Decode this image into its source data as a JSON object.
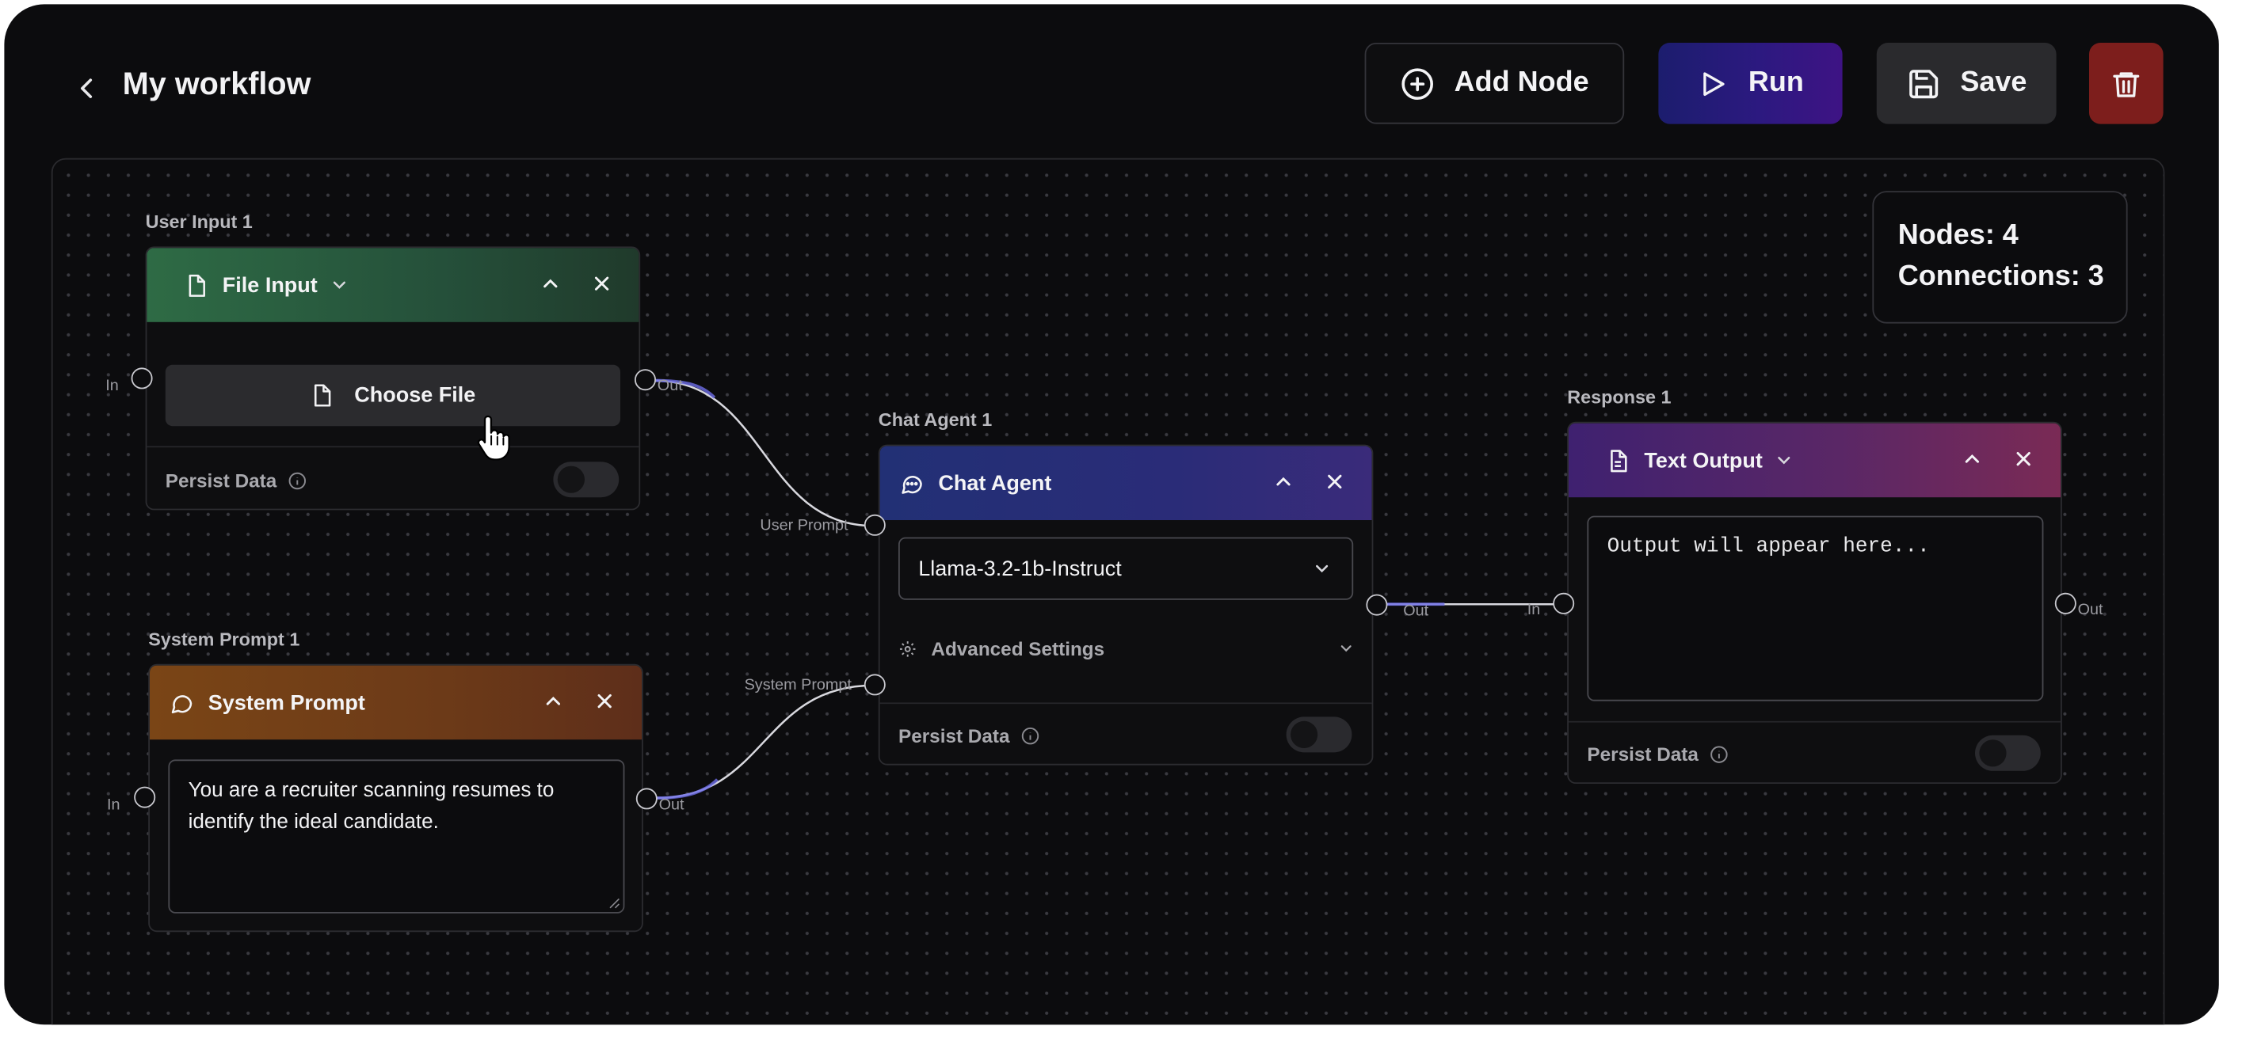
{
  "header": {
    "title": "My workflow",
    "add_node_label": "Add Node",
    "run_label": "Run",
    "save_label": "Save"
  },
  "stats": {
    "nodes": "Nodes: 4",
    "connections": "Connections: 3"
  },
  "nodes": {
    "user_input": {
      "label": "User Input 1",
      "title": "File Input",
      "choose_file": "Choose File",
      "persist": "Persist Data",
      "in": "In",
      "out": "Out"
    },
    "system_prompt": {
      "label": "System Prompt 1",
      "title": "System Prompt",
      "text": "You are a recruiter scanning resumes to identify the ideal candidate.",
      "in": "In",
      "out": "Out"
    },
    "chat_agent": {
      "label": "Chat Agent 1",
      "title": "Chat Agent",
      "model": "Llama-3.2-1b-Instruct",
      "advanced": "Advanced Settings",
      "persist": "Persist Data",
      "user_prompt": "User Prompt",
      "system_prompt": "System Prompt",
      "out": "Out"
    },
    "response": {
      "label": "Response 1",
      "title": "Text Output",
      "placeholder": "Output will appear here...",
      "persist": "Persist Data",
      "in": "In",
      "out": "Out"
    }
  },
  "colors": {
    "file_input_header": [
      "#2e6b45",
      "#203a2b"
    ],
    "system_prompt_header": [
      "#7a4516",
      "#5e2e1a"
    ],
    "chat_agent_header": [
      "#223075",
      "#3a2b7a"
    ],
    "text_output_header": [
      "#3f2170",
      "#7a2a55"
    ],
    "run_button": [
      "#1c1d6e",
      "#3e1384"
    ],
    "delete_button": "#7d1e1c"
  },
  "icons": [
    "chevron-left-icon",
    "plus-circle-icon",
    "play-icon",
    "save-icon",
    "trash-icon",
    "file-icon",
    "chevron-down-icon",
    "chevron-up-icon",
    "close-icon",
    "message-circle-icon",
    "gear-icon",
    "info-icon",
    "hand-cursor-icon",
    "file-text-icon"
  ]
}
